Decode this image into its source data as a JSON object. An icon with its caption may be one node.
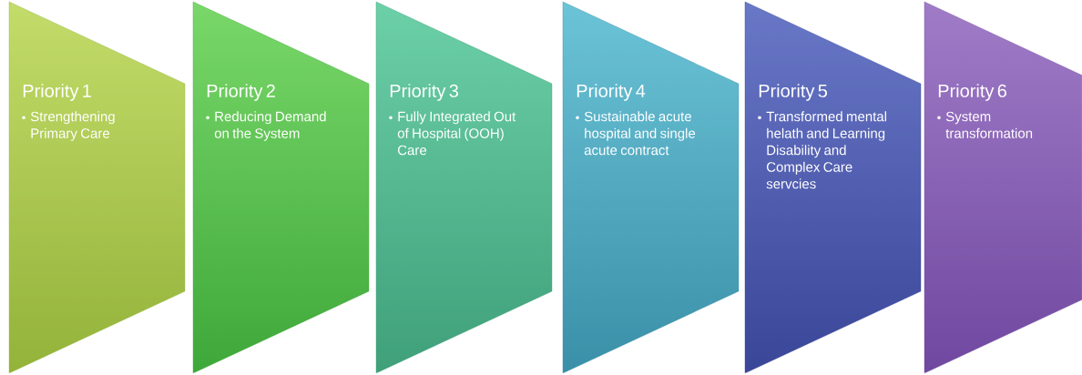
{
  "diagram": {
    "nodes": [
      {
        "text": [
          "Priority 1",
          "Strengthening Primary Care"
        ]
      },
      {
        "text": [
          "Priority 2",
          "Reducing Demand on the System"
        ]
      },
      {
        "text": [
          "Priority 3",
          "Fully Integrated Out of Hospital (OOH) Care"
        ]
      },
      {
        "text": [
          "Priority 4",
          "Sustainable acute hospital and single acute contract"
        ]
      },
      {
        "text": [
          "Priority 5",
          "Transformed mental helath and Learning Disability and Complex Care servcies"
        ]
      },
      {
        "text": [
          "Priority 6",
          "System transformation"
        ]
      }
    ]
  }
}
